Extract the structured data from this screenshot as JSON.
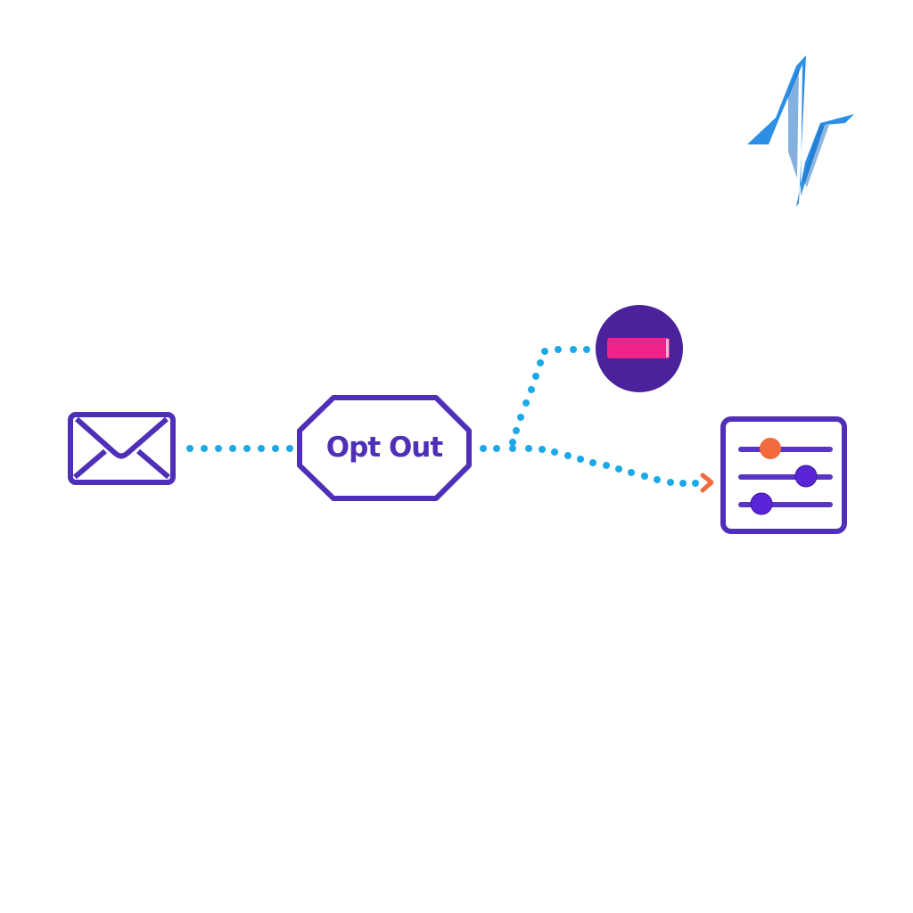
{
  "diagram": {
    "nodes": [
      {
        "id": "email",
        "label": "",
        "icon": "envelope-icon"
      },
      {
        "id": "opt-out",
        "label": "Opt Out",
        "shape": "octagon"
      },
      {
        "id": "remove",
        "label": "",
        "icon": "minus-circle-icon"
      },
      {
        "id": "settings",
        "label": "",
        "icon": "sliders-icon"
      }
    ],
    "edges": [
      {
        "from": "email",
        "to": "opt-out",
        "style": "dotted"
      },
      {
        "from": "opt-out",
        "to": "remove",
        "style": "dotted"
      },
      {
        "from": "opt-out",
        "to": "settings",
        "style": "dotted",
        "arrow": true
      }
    ],
    "logo": {
      "icon": "pulse-logo-icon"
    }
  },
  "colors": {
    "primary": "#4f2fb8",
    "connector": "#1da8e8",
    "accent_pink": "#f0238a",
    "accent_orange": "#f26a3d",
    "logo_blue": "#2b8fe6",
    "circle_fill": "#4a229c"
  }
}
